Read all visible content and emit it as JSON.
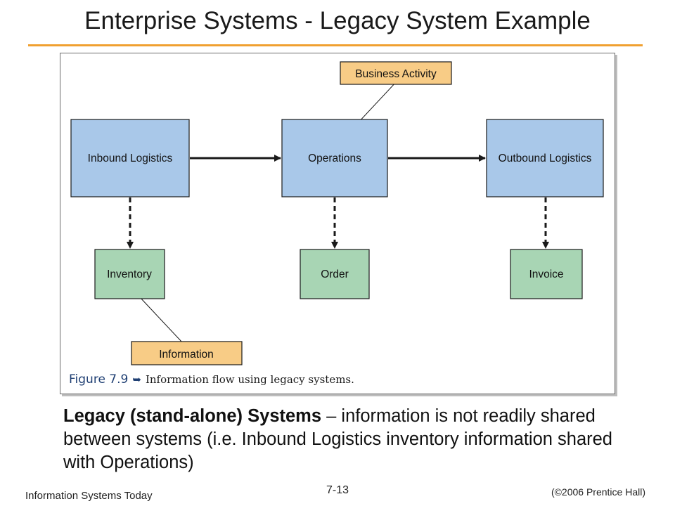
{
  "slide": {
    "title": "Enterprise Systems - Legacy System Example"
  },
  "diagram": {
    "process_boxes": [
      {
        "id": "inbound",
        "label": "Inbound Logistics"
      },
      {
        "id": "operations",
        "label": "Operations"
      },
      {
        "id": "outbound",
        "label": "Outbound Logistics"
      }
    ],
    "data_boxes": [
      {
        "id": "inventory",
        "label": "Inventory"
      },
      {
        "id": "order",
        "label": "Order"
      },
      {
        "id": "invoice",
        "label": "Invoice"
      }
    ],
    "callouts": [
      {
        "id": "business",
        "label": "Business Activity"
      },
      {
        "id": "information",
        "label": "Information"
      }
    ],
    "colors": {
      "process_fill": "#a9c8e9",
      "data_fill": "#a8d5b4",
      "callout_fill": "#f8cc86",
      "stroke": "#1a1a1a"
    },
    "caption": {
      "figure_number": "Figure 7.9",
      "arrow_glyph": "➥",
      "text": "Information flow using legacy systems."
    }
  },
  "body": {
    "bold_lead": "Legacy (stand-alone) Systems",
    "rest": " – information is not readily shared between systems (i.e. Inbound Logistics inventory information shared with Operations)"
  },
  "footer": {
    "left": "Information Systems Today",
    "center": "7-13",
    "right": "(©2006 Prentice Hall)"
  }
}
